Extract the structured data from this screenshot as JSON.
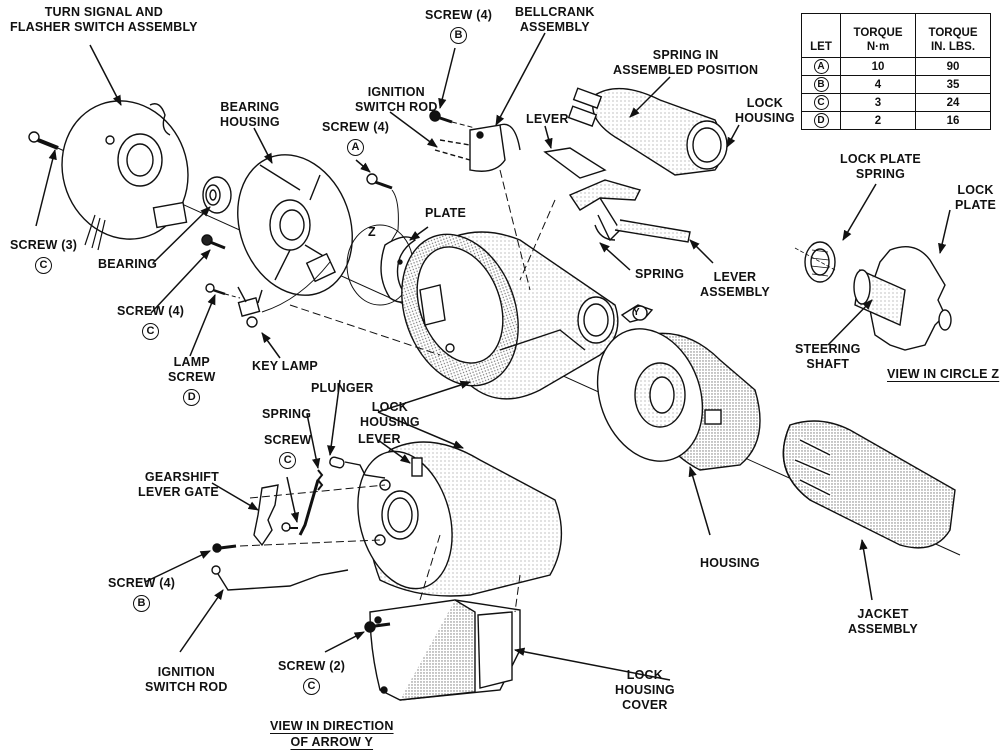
{
  "torque_table": {
    "headers": [
      "LET",
      "TORQUE N·m",
      "TORQUE IN. LBS."
    ],
    "header_lines": [
      [
        "LET"
      ],
      [
        "TORQUE",
        "N·m"
      ],
      [
        "TORQUE",
        "IN. LBS."
      ]
    ],
    "rows": [
      {
        "let": "A",
        "nm": "10",
        "inlbs": "90"
      },
      {
        "let": "B",
        "nm": "4",
        "inlbs": "35"
      },
      {
        "let": "C",
        "nm": "3",
        "inlbs": "24"
      },
      {
        "let": "D",
        "nm": "2",
        "inlbs": "16"
      }
    ]
  },
  "labels": {
    "turn_signal_1": "TURN SIGNAL AND",
    "turn_signal_2": "FLASHER SWITCH ASSEMBLY",
    "bearing_housing_1": "BEARING",
    "bearing_housing_2": "HOUSING",
    "screw3": "SCREW (3)",
    "screw3_code": "C",
    "bearing": "BEARING",
    "screw4_c": "SCREW (4)",
    "screw4_c_code": "C",
    "lamp_screw_1": "LAMP",
    "lamp_screw_2": "SCREW",
    "lamp_screw_code": "D",
    "key_lamp": "KEY LAMP",
    "screw4_a": "SCREW (4)",
    "screw4_a_code": "A",
    "plate": "PLATE",
    "z_marker": "Z",
    "screw4_b_top": "SCREW (4)",
    "screw4_b_top_code": "B",
    "ignition_rod_top_1": "IGNITION",
    "ignition_rod_top_2": "SWITCH ROD",
    "bellcrank_1": "BELLCRANK",
    "bellcrank_2": "ASSEMBLY",
    "spring_assembled_1": "SPRING IN",
    "spring_assembled_2": "ASSEMBLED POSITION",
    "lever_top": "LEVER",
    "lock_housing_top_1": "LOCK",
    "lock_housing_top_2": "HOUSING",
    "spring_mid": "SPRING",
    "lever_assembly_1": "LEVER",
    "lever_assembly_2": "ASSEMBLY",
    "y_marker": "Y",
    "lock_plate_spring_1": "LOCK PLATE",
    "lock_plate_spring_2": "SPRING",
    "lock_plate_1": "LOCK",
    "lock_plate_2": "PLATE",
    "steering_shaft_1": "STEERING",
    "steering_shaft_2": "SHAFT",
    "view_circle_z": "VIEW IN CIRCLE Z",
    "plunger": "PLUNGER",
    "spring_low": "SPRING",
    "screw_low": "SCREW",
    "screw_low_code": "C",
    "lock_housing_mid_1": "LOCK",
    "lock_housing_mid_2": "HOUSING",
    "lever_low": "LEVER",
    "gearshift_1": "GEARSHIFT",
    "gearshift_2": "LEVER GATE",
    "screw4_b_low": "SCREW (4)",
    "screw4_b_low_code": "B",
    "ignition_rod_low_1": "IGNITION",
    "ignition_rod_low_2": "SWITCH ROD",
    "screw2": "SCREW (2)",
    "screw2_code": "C",
    "housing": "HOUSING",
    "jacket_1": "JACKET",
    "jacket_2": "ASSEMBLY",
    "lock_housing_cover_1": "LOCK",
    "lock_housing_cover_2": "HOUSING",
    "lock_housing_cover_3": "COVER",
    "view_arrow_y_1": "VIEW IN DIRECTION",
    "view_arrow_y_2": "OF ARROW Y"
  }
}
